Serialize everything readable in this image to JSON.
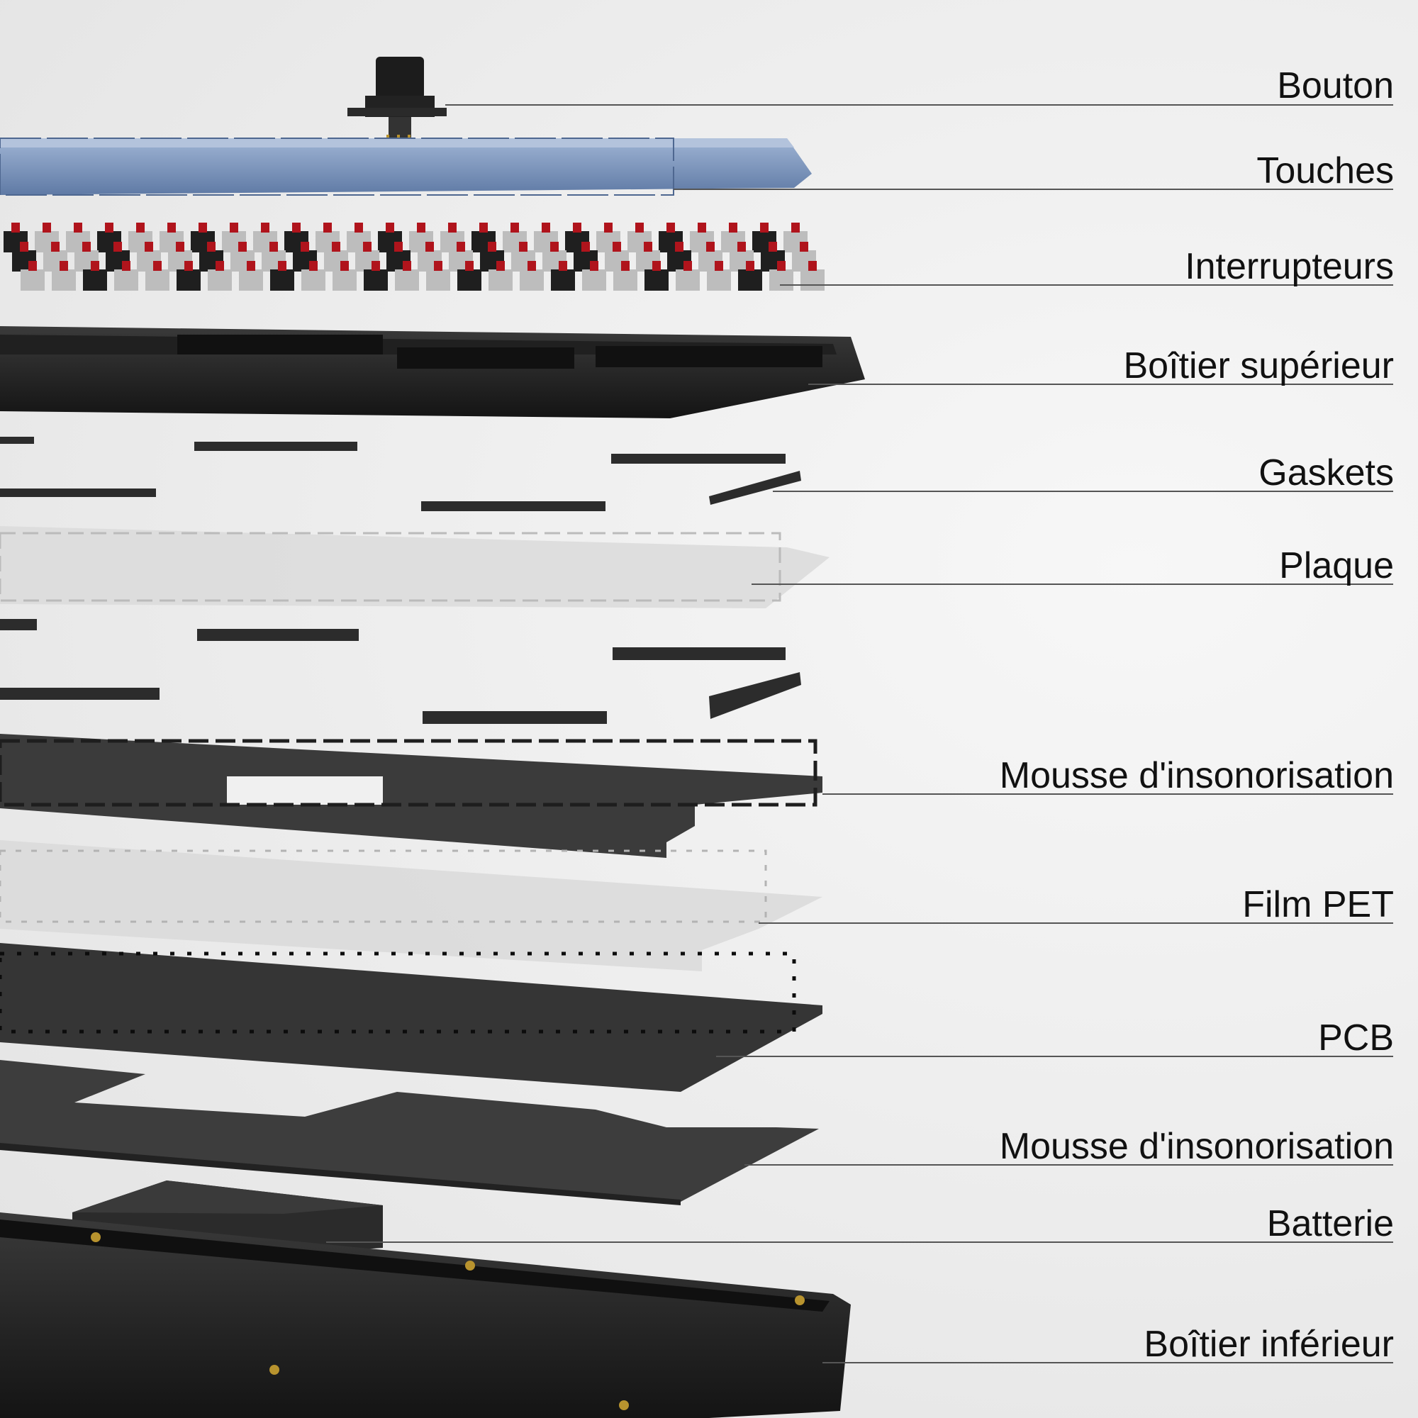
{
  "layers": [
    {
      "id": "knob",
      "label": "Bouton"
    },
    {
      "id": "keycaps",
      "label": "Touches"
    },
    {
      "id": "switches",
      "label": "Interrupteurs"
    },
    {
      "id": "top-case",
      "label": "Boîtier supérieur"
    },
    {
      "id": "gaskets",
      "label": "Gaskets"
    },
    {
      "id": "plate",
      "label": "Plaque"
    },
    {
      "id": "sound-foam-1",
      "label": "Mousse d'insonorisation"
    },
    {
      "id": "pet-film",
      "label": "Film PET"
    },
    {
      "id": "pcb",
      "label": "PCB"
    },
    {
      "id": "sound-foam-2",
      "label": "Mousse d'insonorisation"
    },
    {
      "id": "battery",
      "label": "Batterie"
    },
    {
      "id": "bottom-case",
      "label": "Boîtier inférieur"
    }
  ],
  "colors": {
    "keycap": "#7f99bf",
    "switch_stem": "#b0141c",
    "case": "#262626",
    "foam": "#3a3a3a",
    "plate": "#d6d6d6",
    "line": "#555555"
  }
}
